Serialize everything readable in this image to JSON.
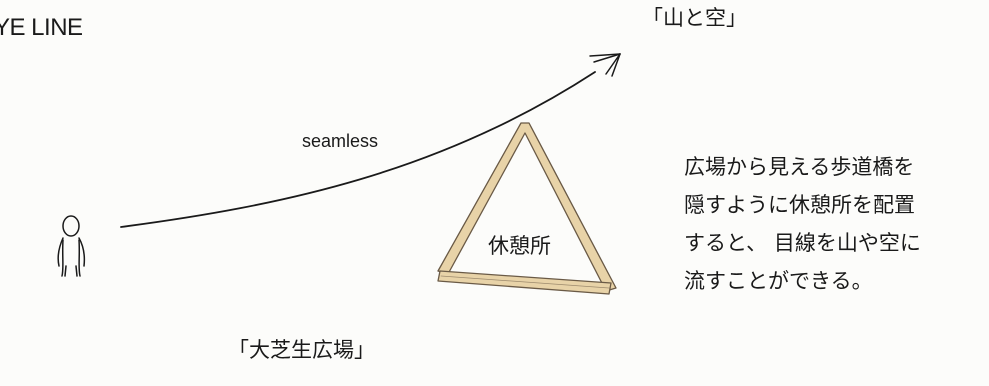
{
  "diagram": {
    "title": "YE LINE",
    "mountain_sky_label": "「山と空」",
    "seamless_label": "seamless",
    "shelter_label": "休憩所",
    "lawn_plaza_label": "「大芝生広場」",
    "description_lines": [
      "広場から見える歩道橋を",
      "隠すように休憩所を配置",
      "すると、 目線を山や空に",
      "流すことができる。"
    ],
    "colors": {
      "ink": "#1a1a1a",
      "structure_fill": "#e8d3a8",
      "structure_outline": "#6a5a46",
      "paper": "#fcfcfa"
    },
    "icons": {
      "person": "person-sketch-icon",
      "sightline": "curved-arrow-icon",
      "shelter": "triangle-frame-icon"
    }
  }
}
